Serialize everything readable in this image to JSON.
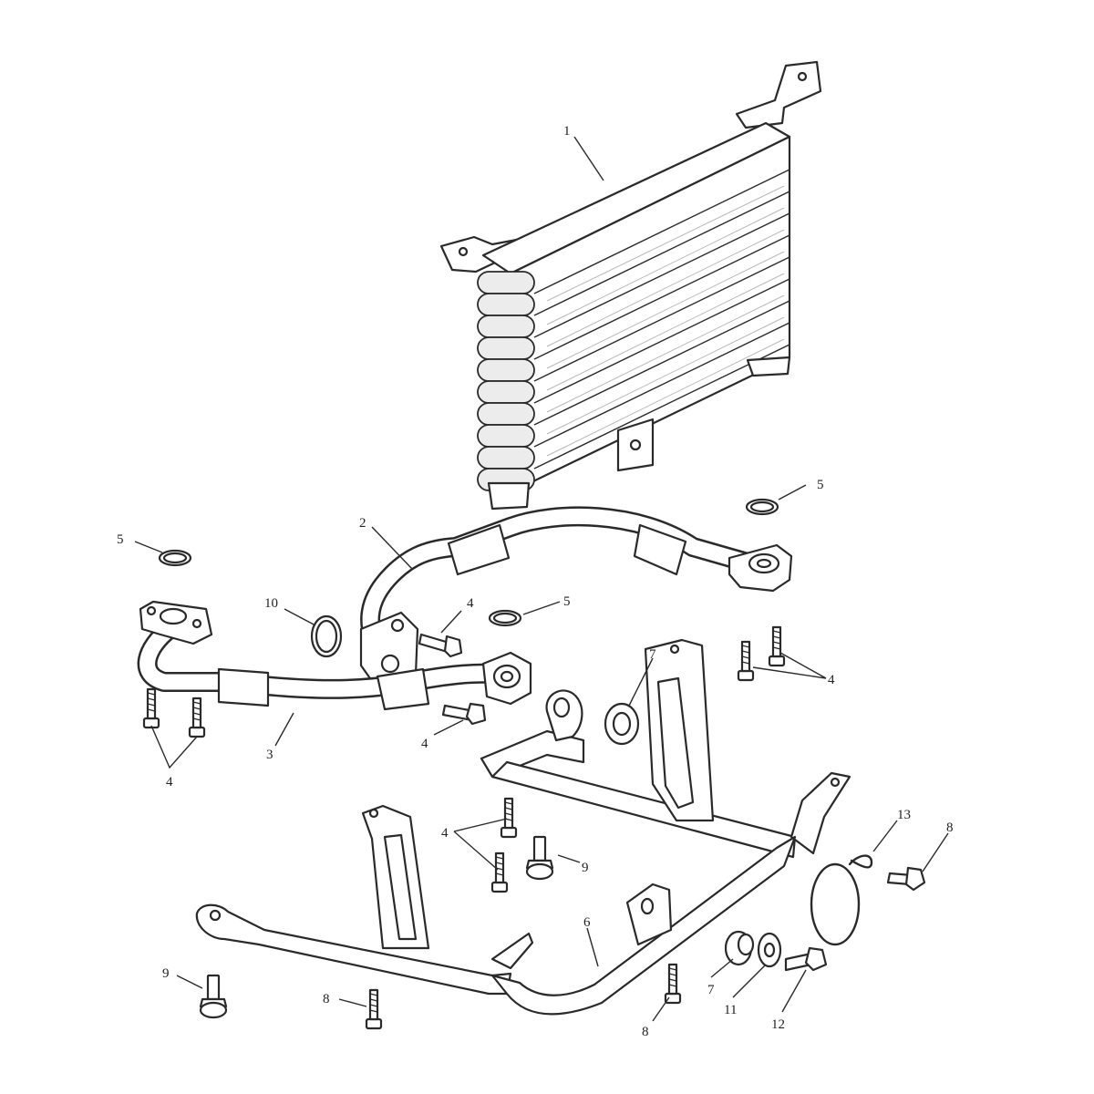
{
  "callouts": [
    {
      "id": "c1",
      "label": "1"
    },
    {
      "id": "c2",
      "label": "2"
    },
    {
      "id": "c3",
      "label": "3"
    },
    {
      "id": "c4a",
      "label": "4"
    },
    {
      "id": "c4b",
      "label": "4"
    },
    {
      "id": "c4c",
      "label": "4"
    },
    {
      "id": "c4d",
      "label": "4"
    },
    {
      "id": "c4e",
      "label": "4"
    },
    {
      "id": "c5a",
      "label": "5"
    },
    {
      "id": "c5b",
      "label": "5"
    },
    {
      "id": "c5c",
      "label": "5"
    },
    {
      "id": "c6",
      "label": "6"
    },
    {
      "id": "c7a",
      "label": "7"
    },
    {
      "id": "c7b",
      "label": "7"
    },
    {
      "id": "c8a",
      "label": "8"
    },
    {
      "id": "c8b",
      "label": "8"
    },
    {
      "id": "c8c",
      "label": "8"
    },
    {
      "id": "c9a",
      "label": "9"
    },
    {
      "id": "c9b",
      "label": "9"
    },
    {
      "id": "c10",
      "label": "10"
    },
    {
      "id": "c11",
      "label": "11"
    },
    {
      "id": "c12",
      "label": "12"
    },
    {
      "id": "c13",
      "label": "13"
    }
  ]
}
